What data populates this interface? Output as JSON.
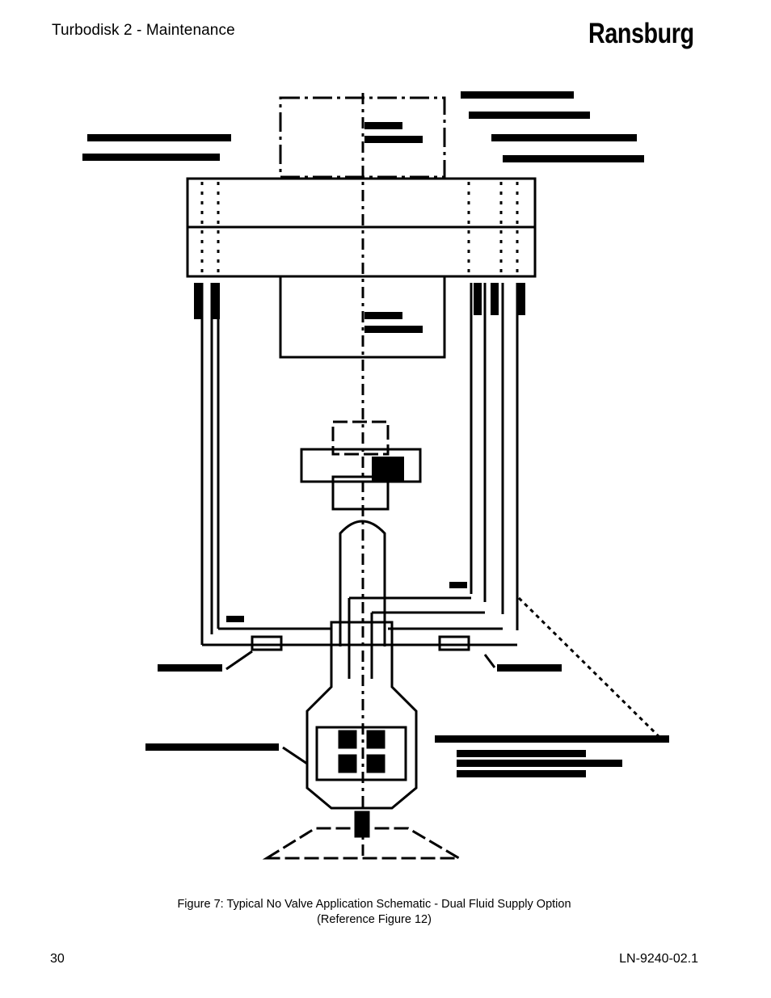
{
  "header": {
    "title": "Turbodisk 2 - Maintenance",
    "brand": "Ransburg"
  },
  "figure": {
    "caption_line1": "Figure 7:  Typical No Valve Application Schematic - Dual Fluid Supply Option",
    "caption_line2": "(Reference Figure 12)"
  },
  "footer": {
    "page_number": "30",
    "document_code": "LN-9240-02.1"
  }
}
